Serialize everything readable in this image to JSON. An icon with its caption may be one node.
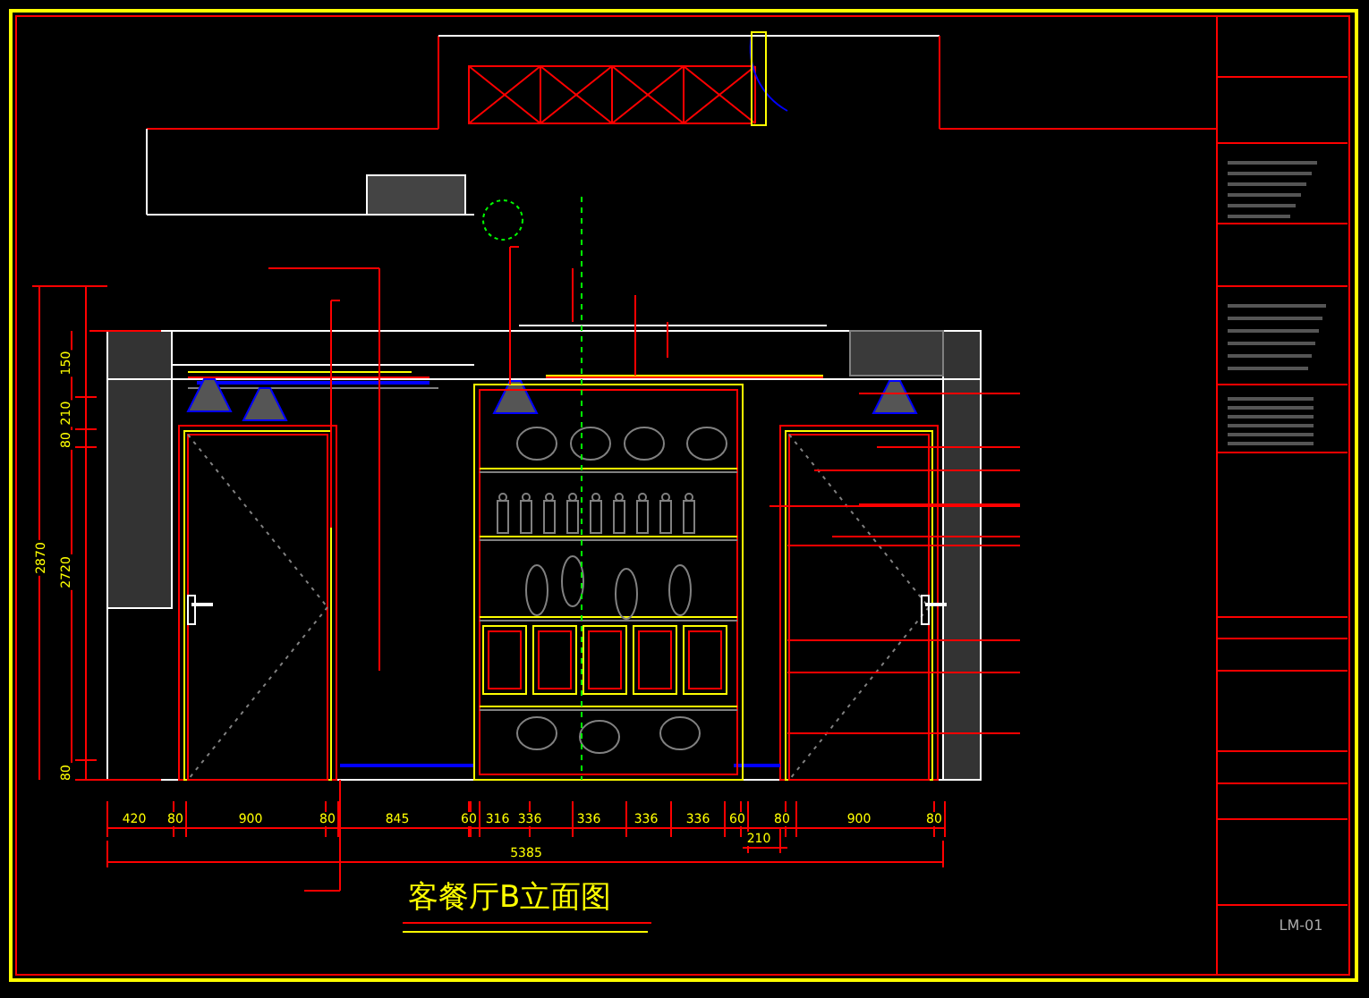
{
  "diagram": {
    "title": "客餐厅B立面图",
    "labels": [
      "420",
      "80",
      "900",
      "80",
      "845",
      "60",
      "316",
      "336",
      "336",
      "336",
      "336",
      "60",
      "80",
      "900",
      "80",
      "210",
      "5385",
      "150",
      "210",
      "80",
      "2720",
      "80",
      "2870",
      "LM-01"
    ]
  }
}
